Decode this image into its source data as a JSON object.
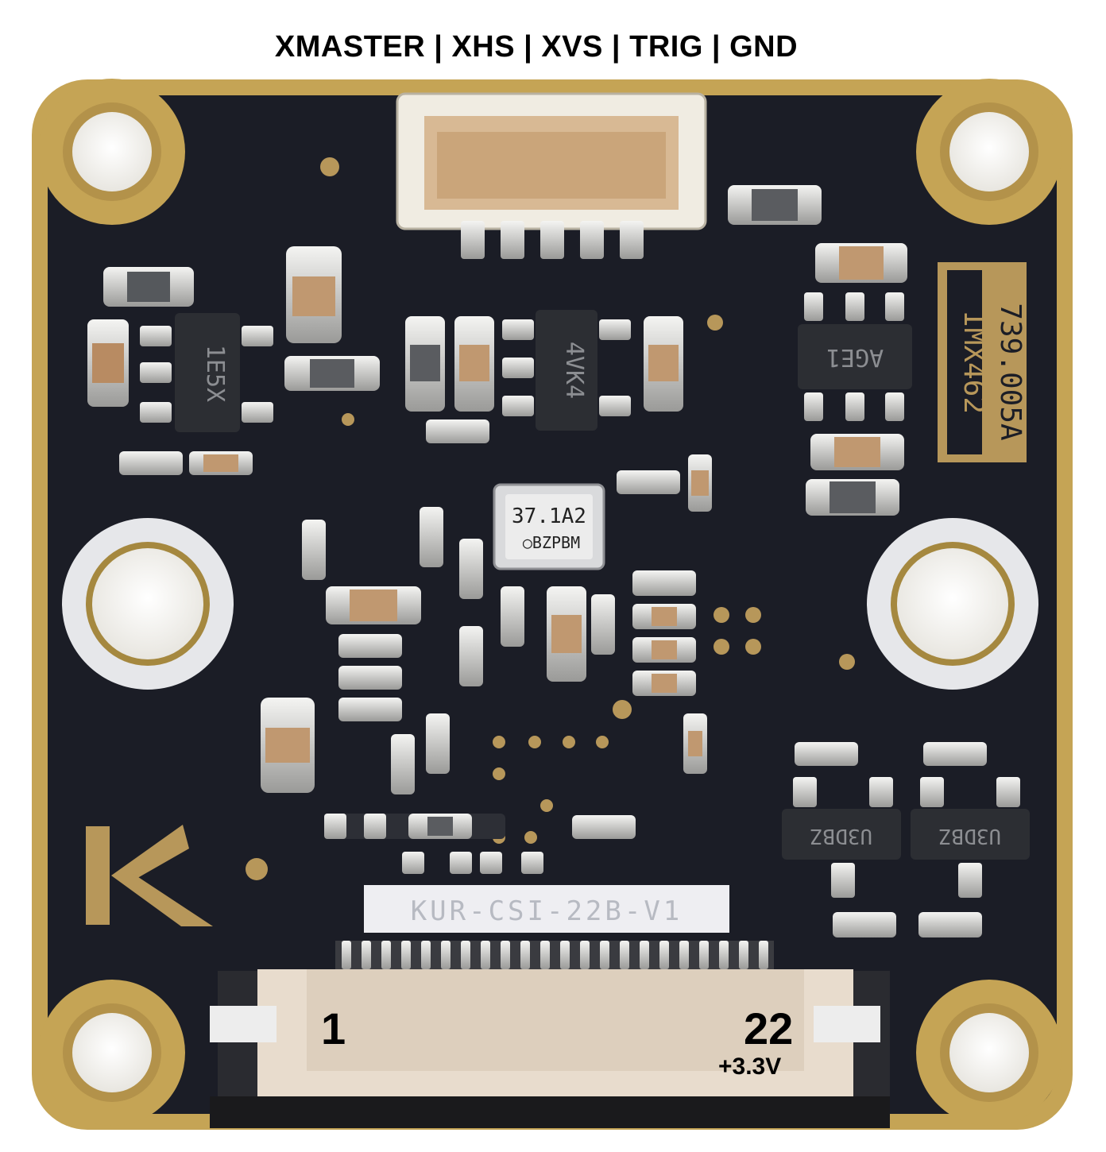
{
  "header": {
    "signal_pins": "XMASTER | XHS | XVS | TRIG | GND"
  },
  "connector": {
    "pin_first": "1",
    "pin_last": "22",
    "pin_last_voltage": "+3.3V"
  },
  "board": {
    "silkscreen_part_number": "739.005A",
    "silkscreen_sensor": "IMX462",
    "label_sticker": "KUR-CSI-22B-V1",
    "chip_markings": [
      "1E5X",
      "4VK4",
      "AGE1",
      "37.1A2",
      "BZPBM",
      "U3DBZ",
      "U3DBZ"
    ]
  },
  "colors": {
    "pcb": "#1b1d26",
    "gold": "#c5a455",
    "connector": "#e8dccd"
  }
}
